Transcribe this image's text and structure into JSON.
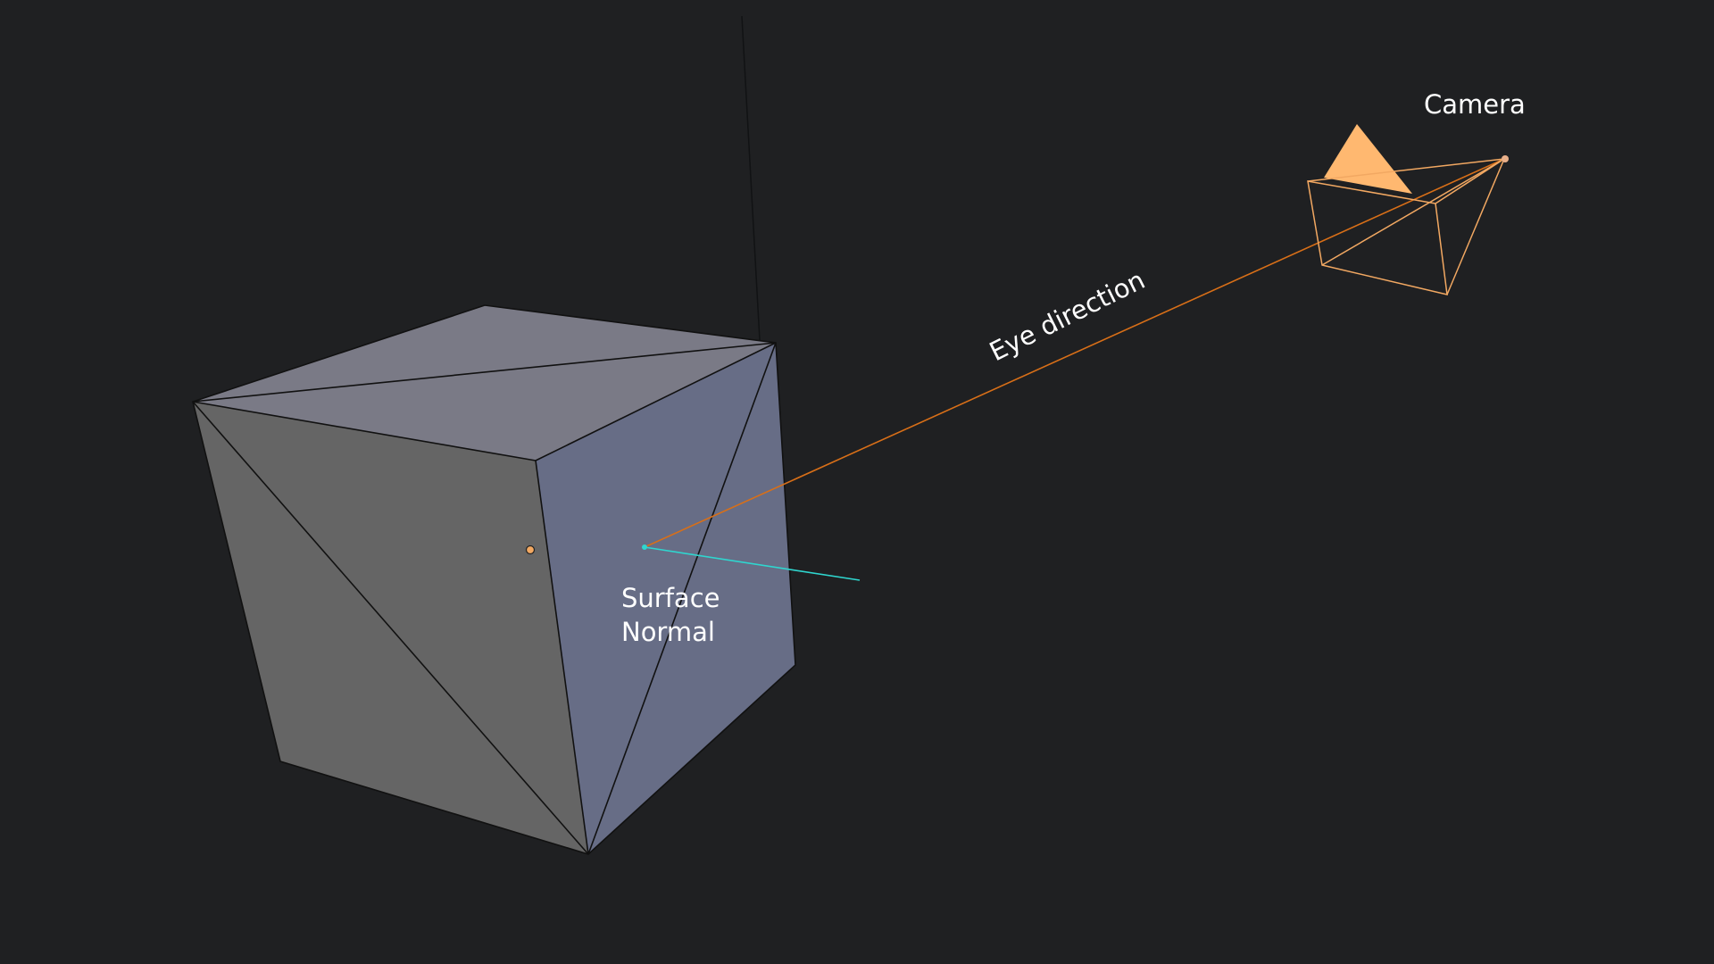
{
  "labels": {
    "camera": "Camera",
    "eye_direction": "Eye direction",
    "surface_line1": "Surface",
    "surface_line2": "Normal"
  },
  "colors": {
    "background": "#1f2022",
    "cube_top": "#7a7a86",
    "cube_left": "#656565",
    "cube_right": "#676d86",
    "edge": "#111111",
    "camera": "#f2a862",
    "camera_solid": "#ffb870",
    "eye_ray": "#d86f18",
    "normal": "#2fd6cf",
    "label": "#ffffff"
  }
}
